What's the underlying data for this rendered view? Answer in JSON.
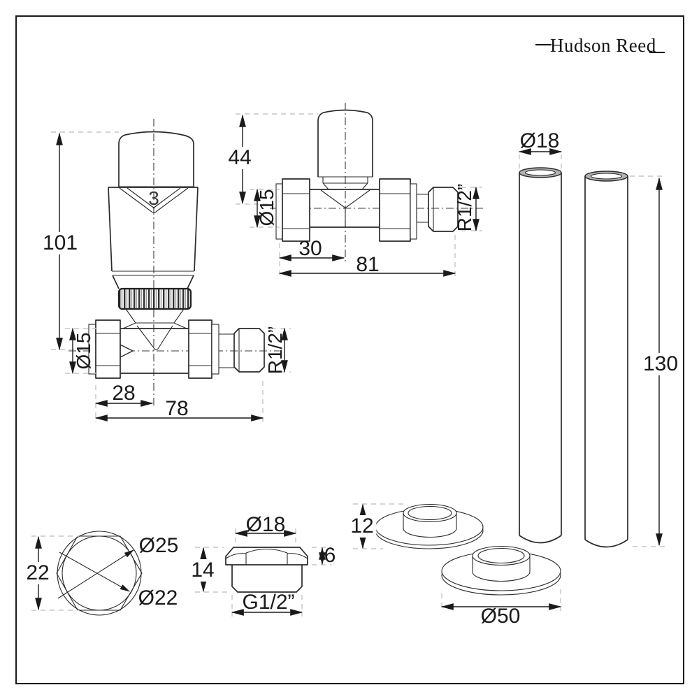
{
  "brand": {
    "name": "Hudson Reed"
  },
  "trv_valve": {
    "label_height": "101",
    "label_inlet_diameter": "Ø15",
    "label_center_to_inlet": "28",
    "label_total_length": "78",
    "label_outlet_thread": "R1/2”",
    "label_head_setting": "3"
  },
  "straight_valve": {
    "label_height": "44",
    "label_inlet_diameter": "Ø15",
    "label_center_to_inlet": "30",
    "label_total_length": "81",
    "label_outlet_thread": "R1/2”"
  },
  "pipes": {
    "label_diameter": "Ø18",
    "label_length": "130"
  },
  "hex_nut": {
    "label_across_flats": "22",
    "label_outer_diameter": "Ø25",
    "label_inner_diameter": "Ø22"
  },
  "plug": {
    "label_diameter": "Ø18",
    "label_head_height": "6",
    "label_total_height": "14",
    "label_thread": "G1/2”"
  },
  "collars": {
    "label_height": "12",
    "label_diameter": "Ø50"
  }
}
